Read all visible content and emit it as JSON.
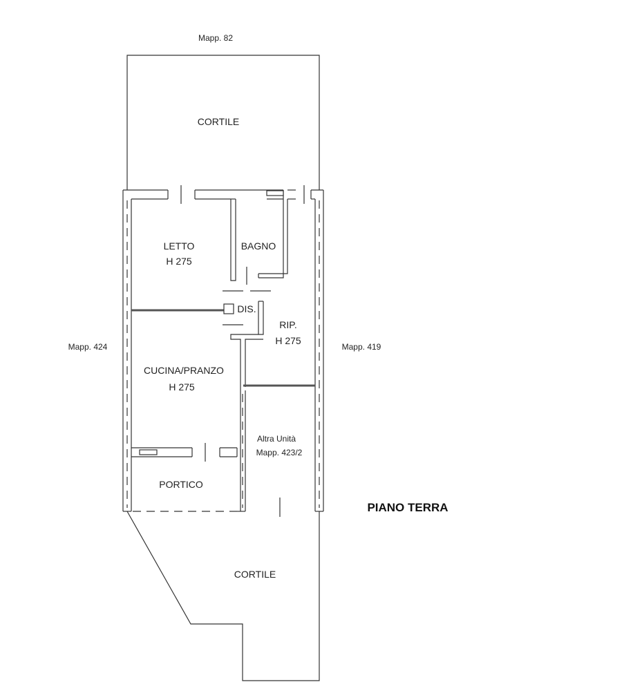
{
  "plan": {
    "title": "PIANO TERRA",
    "neighbors": {
      "north": "Mapp. 82",
      "west": "Mapp. 424",
      "east": "Mapp. 419"
    },
    "areas": {
      "cortile_north": "CORTILE",
      "cortile_south": "CORTILE",
      "portico": "PORTICO",
      "dis": "DIS."
    },
    "rooms": {
      "letto": {
        "name": "LETTO",
        "height": "H 275"
      },
      "bagno": {
        "name": "BAGNO"
      },
      "rip": {
        "name": "RIP.",
        "height": "H 275"
      },
      "cucina": {
        "name": "CUCINA/PRANZO",
        "height": "H 275"
      },
      "altra_unita": {
        "name": "Altra Unità",
        "ref": "Mapp. 423/2"
      }
    }
  }
}
